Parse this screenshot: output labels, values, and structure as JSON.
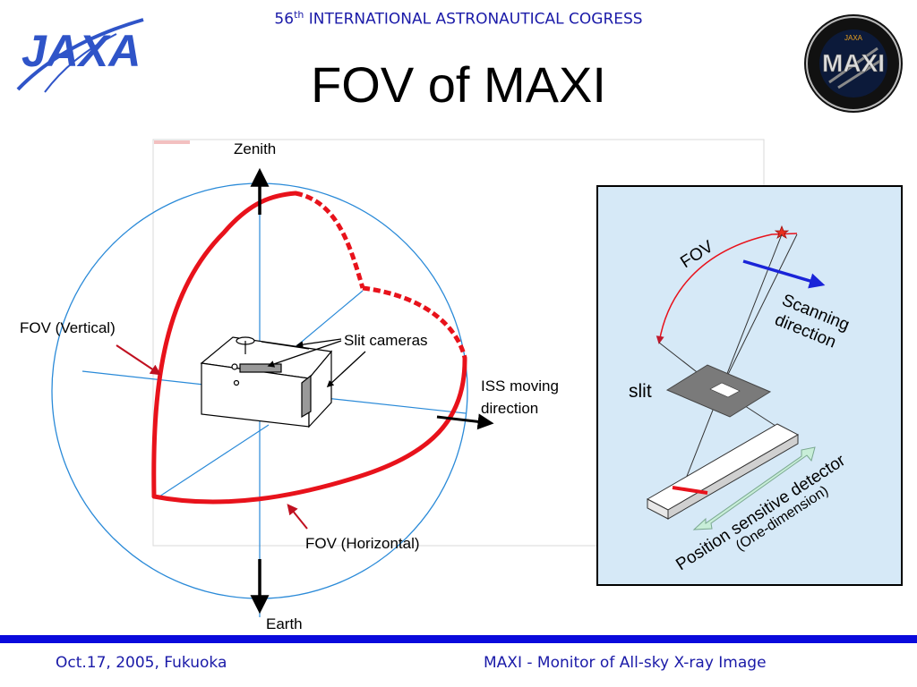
{
  "header": {
    "conference_num": "56",
    "conference_sup": "th",
    "conference_rest": " INTERNATIONAL ASTRONAUTICAL COGRESS",
    "title": "FOV of MAXI"
  },
  "logos": {
    "jaxa_text": "JAXA",
    "maxi_text": "MAXI",
    "maxi_small": "JAXA"
  },
  "diagram": {
    "zenith": "Zenith",
    "earth": "Earth",
    "fov_vertical": "FOV (Vertical)",
    "fov_horizontal": "FOV (Horizontal)",
    "slit_cameras": "Slit cameras",
    "iss_line1": "ISS moving",
    "iss_line2": "direction"
  },
  "inset": {
    "fov": "FOV",
    "scanning_line1": "Scanning",
    "scanning_line2": "direction",
    "slit": "slit",
    "psd_line1": "Position sensitive detector",
    "psd_line2": "(One-dimension)"
  },
  "footer": {
    "left": "Oct.17, 2005, Fukuoka",
    "right": "MAXI - Monitor of All-sky X-ray Image"
  },
  "colors": {
    "accent_blue": "#1a1aa8",
    "fov_red": "#e8121b",
    "sphere_blue": "#2a8ad8",
    "inset_bg": "#d6e9f7",
    "bar_blue": "#0a0adc"
  }
}
